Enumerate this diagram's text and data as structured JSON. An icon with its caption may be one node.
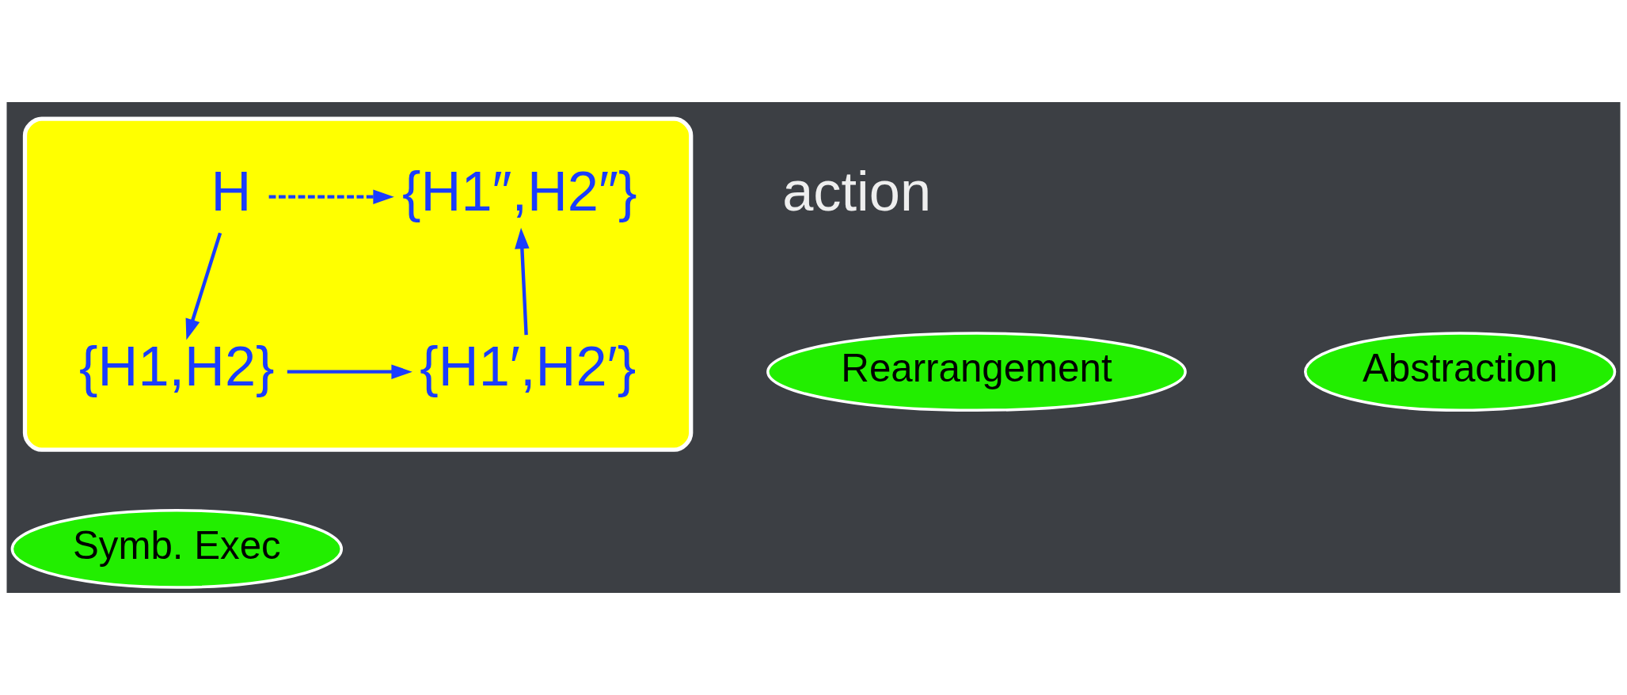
{
  "diagram": {
    "nodes": [
      {
        "text": [],
        "shape": "box"
      },
      {
        "text": [
          "H"
        ],
        "in": 0
      },
      {
        "text": [
          "{H1″,H2″}"
        ],
        "in": 0
      },
      {
        "text": [
          "{H1,H2}"
        ],
        "in": 0
      },
      {
        "text": [
          "{H1′,H2′}"
        ],
        "in": 0
      },
      {
        "text": [
          "Rearrangement"
        ]
      },
      {
        "text": [
          "Abstraction"
        ]
      },
      {
        "text": [
          "Symb. Exec"
        ]
      }
    ],
    "edges": [
      {
        "from": 1,
        "to": 2,
        "arrow": "to",
        "style": "dashed"
      },
      {
        "from": 1,
        "to": 3,
        "arrow": "to"
      },
      {
        "from": 3,
        "to": 4,
        "arrow": "to"
      },
      {
        "from": 4,
        "to": 2,
        "arrow": "to"
      }
    ],
    "labels": [
      "action"
    ]
  }
}
